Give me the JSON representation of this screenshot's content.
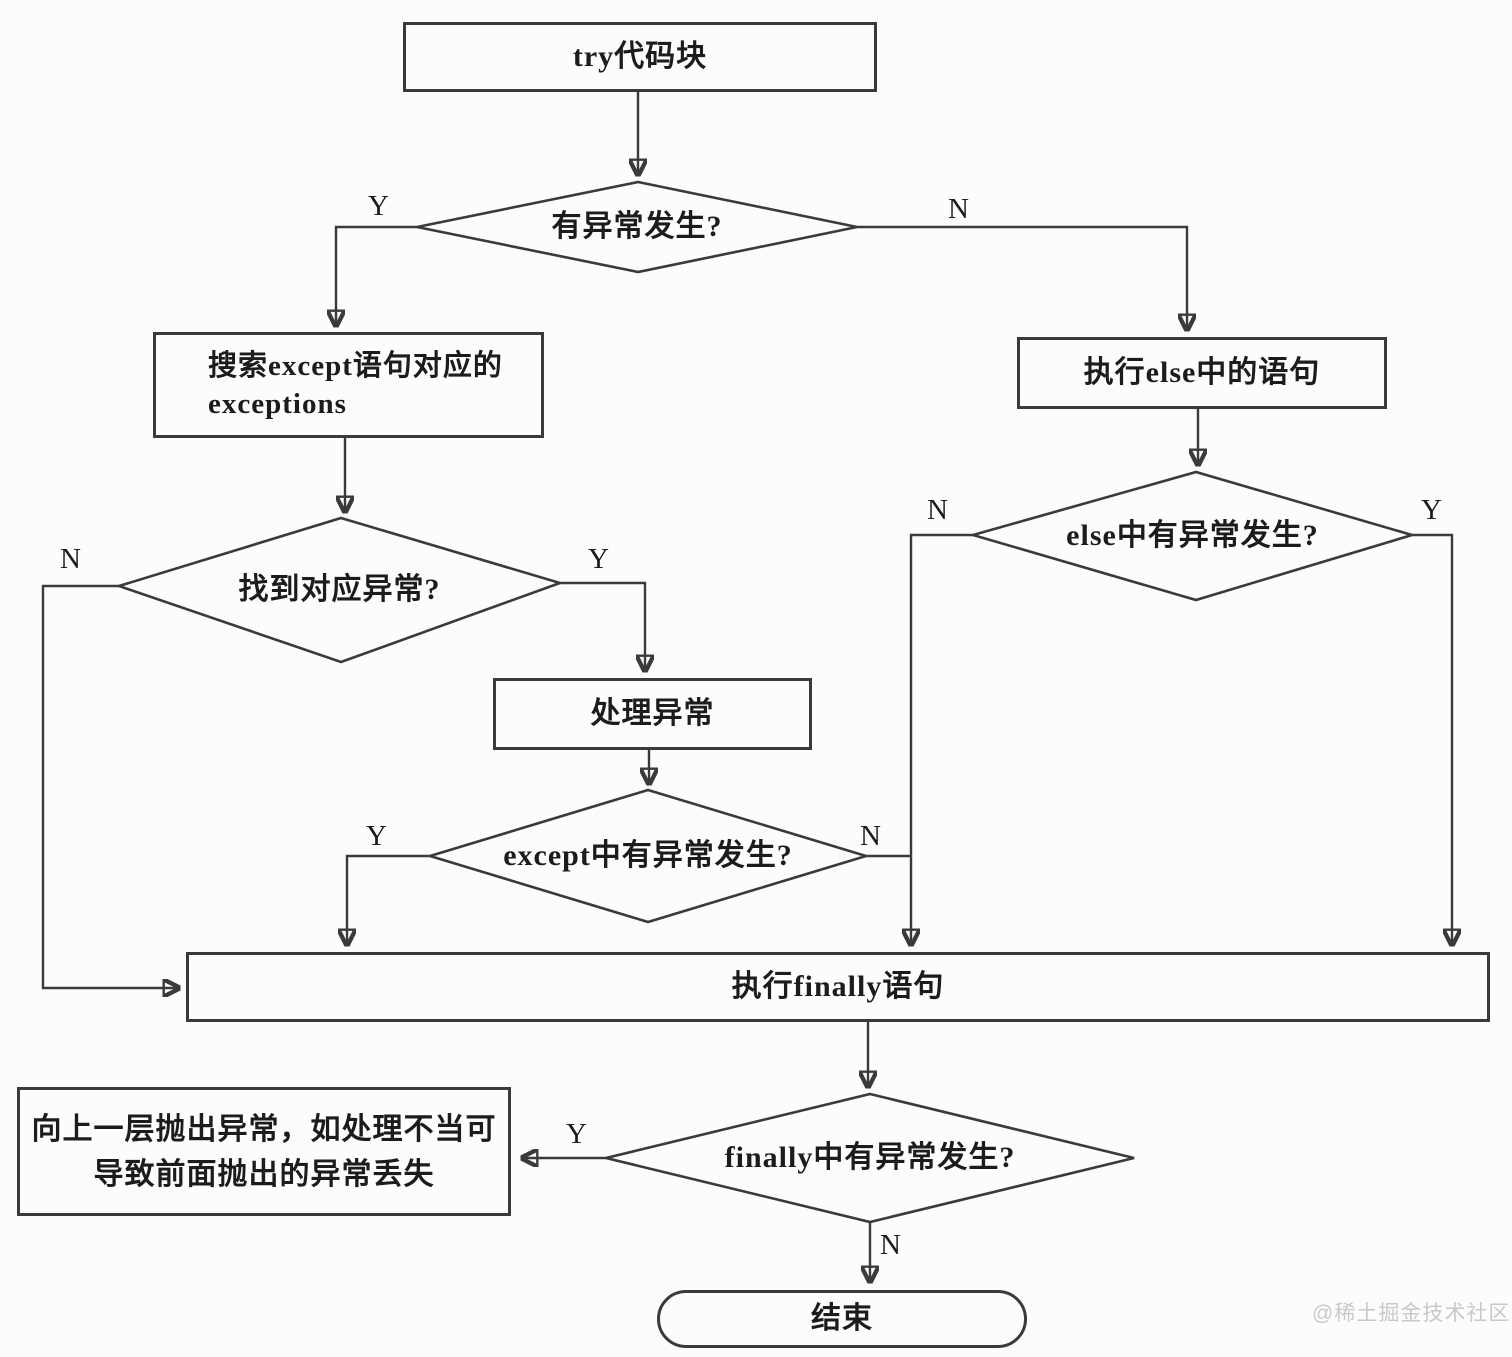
{
  "colors": {
    "line": "#3a3a3a",
    "text": "#1c1c1c",
    "bg": "#fcfcfc",
    "watermark": "#c9c9c9"
  },
  "nodes": {
    "try_block": "try代码块",
    "has_exception": "有异常发生?",
    "search_except_line1": "搜索except语句对应的",
    "search_except_line2": "exceptions",
    "exec_else": "执行else中的语句",
    "found_exception": "找到对应异常?",
    "else_has_exception": "else中有异常发生?",
    "handle_exception": "处理异常",
    "except_has_exception": "except中有异常发生?",
    "exec_finally": "执行finally语句",
    "finally_has_exception": "finally中有异常发生?",
    "rethrow_line1": "向上一层抛出异常，如处理不当可",
    "rethrow_line2": "导致前面抛出的异常丢失",
    "end": "结束"
  },
  "edge_labels": {
    "has_exception_yes": "Y",
    "has_exception_no": "N",
    "found_no": "N",
    "found_yes": "Y",
    "else_no": "N",
    "else_yes": "Y",
    "except_yes": "Y",
    "except_no": "N",
    "finally_yes": "Y",
    "finally_no": "N"
  },
  "watermark": "@稀土掘金技术社区"
}
